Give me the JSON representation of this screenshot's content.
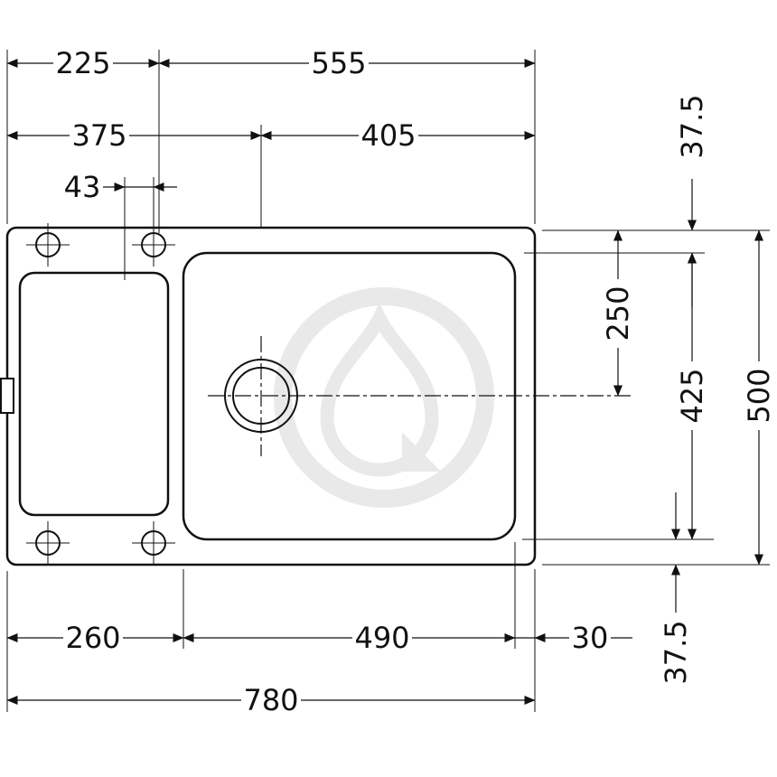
{
  "drawing": {
    "title": "Sink technical dimension drawing",
    "dims": {
      "top_left_width": "225",
      "top_right_width": "555",
      "drain_center_from_left": "375",
      "drain_center_from_right": "405",
      "hole_offset": "43",
      "rim_top_offset": "37.5",
      "drain_center_from_top": "250",
      "bowl_depth": "425",
      "overall_depth": "500",
      "bottom_left_width": "260",
      "bowl_width": "490",
      "bowl_right_offset": "30",
      "overall_width": "780",
      "rim_bottom_offset": "37.5"
    },
    "watermark": "franke-drop-logo",
    "colors": {
      "line": "#111111",
      "watermark": "#e9e9e9",
      "background": "#ffffff"
    }
  }
}
